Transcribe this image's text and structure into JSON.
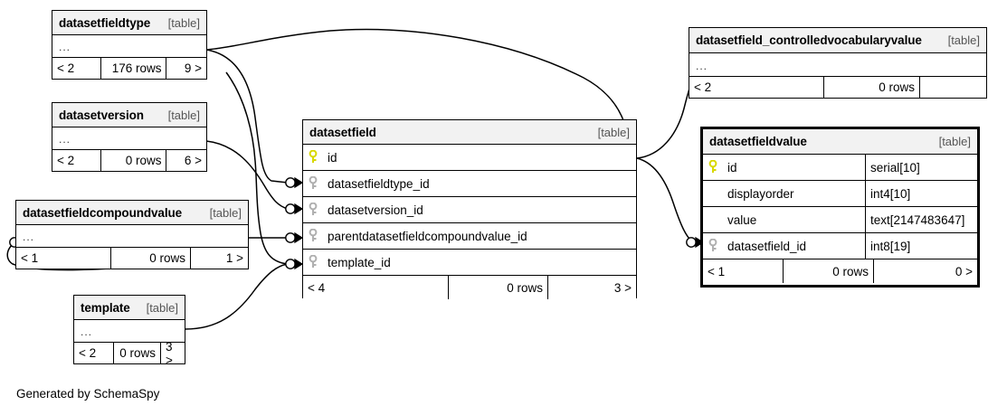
{
  "diagram": {
    "credit": "Generated by SchemaSpy",
    "table_tag": "[table]",
    "ellipsis": "...",
    "rows_suffix": "rows",
    "colors": {
      "primary_key": "#e8e800",
      "foreign_key": "#b0b0b0",
      "title_bg": "#f2f2f2",
      "border": "#000000",
      "background": "#ffffff"
    }
  },
  "tables": {
    "datasetfieldtype": {
      "name": "datasetfieldtype",
      "tag": "[table]",
      "body": "...",
      "footer": {
        "left": "< 2",
        "middle": "176 rows",
        "right": "9 >"
      }
    },
    "datasetversion": {
      "name": "datasetversion",
      "tag": "[table]",
      "body": "...",
      "footer": {
        "left": "< 2",
        "middle": "0 rows",
        "right": "6 >"
      }
    },
    "datasetfieldcompoundvalue": {
      "name": "datasetfieldcompoundvalue",
      "tag": "[table]",
      "body": "...",
      "footer": {
        "left": "< 1",
        "middle": "0 rows",
        "right": "1 >"
      }
    },
    "template": {
      "name": "template",
      "tag": "[table]",
      "body": "...",
      "footer": {
        "left": "< 2",
        "middle": "0 rows",
        "right": "3 >"
      }
    },
    "datasetfield": {
      "name": "datasetfield",
      "tag": "[table]",
      "columns": [
        {
          "label": "id",
          "key": "primary",
          "type": ""
        },
        {
          "label": "datasetfieldtype_id",
          "key": "foreign",
          "type": ""
        },
        {
          "label": "datasetversion_id",
          "key": "foreign",
          "type": ""
        },
        {
          "label": "parentdatasetfieldcompoundvalue_id",
          "key": "foreign",
          "type": ""
        },
        {
          "label": "template_id",
          "key": "foreign",
          "type": ""
        }
      ],
      "footer": {
        "left": "< 4",
        "middle": "0 rows",
        "right": "3 >"
      }
    },
    "datasetfield_controlledvocabularyvalue": {
      "name": "datasetfield_controlledvocabularyvalue",
      "tag": "[table]",
      "body": "...",
      "footer": {
        "left": "< 2",
        "middle": "0 rows",
        "right": ""
      }
    },
    "datasetfieldvalue": {
      "name": "datasetfieldvalue",
      "tag": "[table]",
      "columns": [
        {
          "label": "id",
          "key": "primary",
          "type": "serial[10]"
        },
        {
          "label": "displayorder",
          "key": "none",
          "type": "int4[10]"
        },
        {
          "label": "value",
          "key": "none",
          "type": "text[2147483647]"
        },
        {
          "label": "datasetfield_id",
          "key": "foreign",
          "type": "int8[19]"
        }
      ],
      "footer": {
        "left": "< 1",
        "middle": "0 rows",
        "right": "0 >"
      }
    }
  }
}
